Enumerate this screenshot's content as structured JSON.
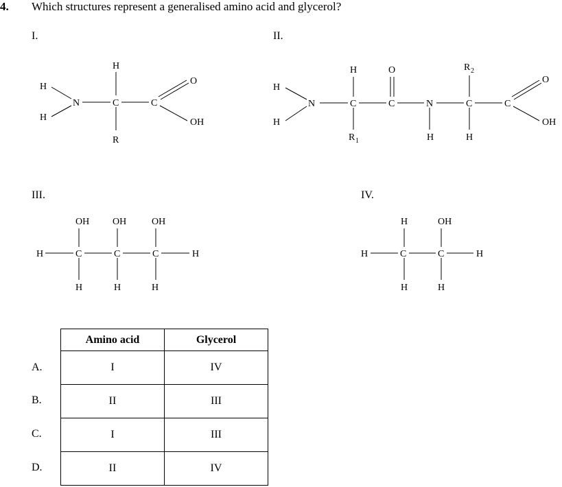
{
  "question": {
    "number": "4.",
    "text": "Which structures represent a generalised amino acid and glycerol?"
  },
  "structures": {
    "I": {
      "label": "I.",
      "atoms": [
        "H",
        "H",
        "N",
        "C",
        "H",
        "R",
        "C",
        "O",
        "OH"
      ]
    },
    "II": {
      "label": "II.",
      "atoms": [
        "H",
        "H",
        "N",
        "C",
        "H",
        "R",
        "1",
        "C",
        "O",
        "N",
        "H",
        "C",
        "R",
        "2",
        "H",
        "C",
        "O",
        "OH"
      ]
    },
    "III": {
      "label": "III.",
      "atoms": [
        "OH",
        "OH",
        "OH",
        "H",
        "C",
        "C",
        "C",
        "H",
        "H",
        "H",
        "H"
      ]
    },
    "IV": {
      "label": "IV.",
      "atoms": [
        "H",
        "OH",
        "H",
        "C",
        "C",
        "H",
        "H",
        "H"
      ]
    }
  },
  "table": {
    "headers": [
      "Amino acid",
      "Glycerol"
    ],
    "rows": [
      {
        "option": "A.",
        "amino_acid": "I",
        "glycerol": "IV"
      },
      {
        "option": "B.",
        "amino_acid": "II",
        "glycerol": "III"
      },
      {
        "option": "C.",
        "amino_acid": "I",
        "glycerol": "III"
      },
      {
        "option": "D.",
        "amino_acid": "II",
        "glycerol": "IV"
      }
    ]
  }
}
